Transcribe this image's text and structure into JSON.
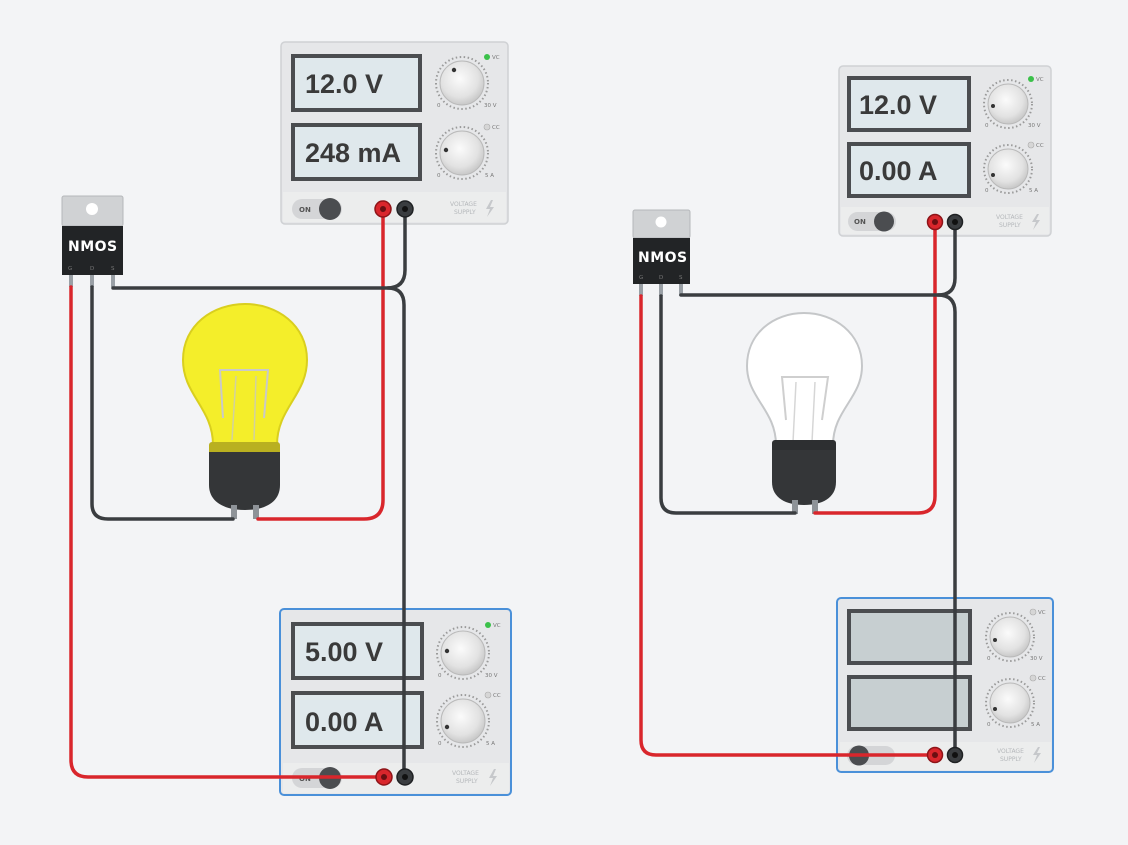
{
  "circuit_left": {
    "supply_top": {
      "voltage_display": "12.0 V",
      "current_display": "248 mA",
      "cv_label": "VC",
      "cc_label": "CC",
      "knob_v_min": "0",
      "knob_v_max": "30 V",
      "knob_c_min": "0",
      "knob_c_max": "5 A",
      "on_label": "ON",
      "brand_line1": "VOLTAGE",
      "brand_line2": "SUPPLY"
    },
    "supply_bottom": {
      "voltage_display": "5.00 V",
      "current_display": "0.00 A",
      "cv_label": "VC",
      "cc_label": "CC",
      "knob_v_min": "0",
      "knob_v_max": "30 V",
      "knob_c_min": "0",
      "knob_c_max": "5 A",
      "on_label": "ON",
      "brand_line1": "VOLTAGE",
      "brand_line2": "SUPPLY"
    },
    "transistor": {
      "label": "NMOS",
      "pin_g": "G",
      "pin_d": "D",
      "pin_s": "S"
    },
    "bulb_lit": true
  },
  "circuit_right": {
    "supply_top": {
      "voltage_display": "12.0 V",
      "current_display": "0.00 A",
      "cv_label": "VC",
      "cc_label": "CC",
      "knob_v_min": "0",
      "knob_v_max": "30 V",
      "knob_c_min": "0",
      "knob_c_max": "5 A",
      "on_label": "ON",
      "brand_line1": "VOLTAGE",
      "brand_line2": "SUPPLY"
    },
    "supply_bottom": {
      "voltage_display": "",
      "current_display": "",
      "cv_label": "VC",
      "cc_label": "CC",
      "knob_v_min": "0",
      "knob_v_max": "30 V",
      "knob_c_min": "0",
      "knob_c_max": "5 A",
      "brand_line1": "VOLTAGE",
      "brand_line2": "SUPPLY"
    },
    "transistor": {
      "label": "NMOS",
      "pin_g": "G",
      "pin_d": "D",
      "pin_s": "S"
    },
    "bulb_lit": false
  },
  "colors": {
    "wire_red": "#d9262c",
    "wire_black": "#3a3d40",
    "bulb_glow": "#f4ee2a",
    "panel_selected_border": "#4a90d9",
    "indicator_on": "#3bc14a"
  }
}
